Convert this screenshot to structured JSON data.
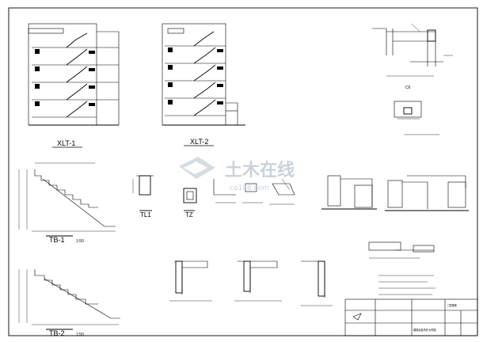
{
  "watermark": {
    "cn": "土木在线",
    "en": "co188.com"
  },
  "labels": {
    "xlt1": "XLT-1",
    "xlt2": "XLT-2",
    "tl1": "TL1",
    "tz": "TZ",
    "tb1": "TB-1",
    "tb2": "TB-2",
    "scale1": "1:50",
    "scale2": "1:50",
    "c6": "C6"
  },
  "title_block": {
    "project": "二层楼梯",
    "sheet": "楼梯及各构件大样图"
  }
}
